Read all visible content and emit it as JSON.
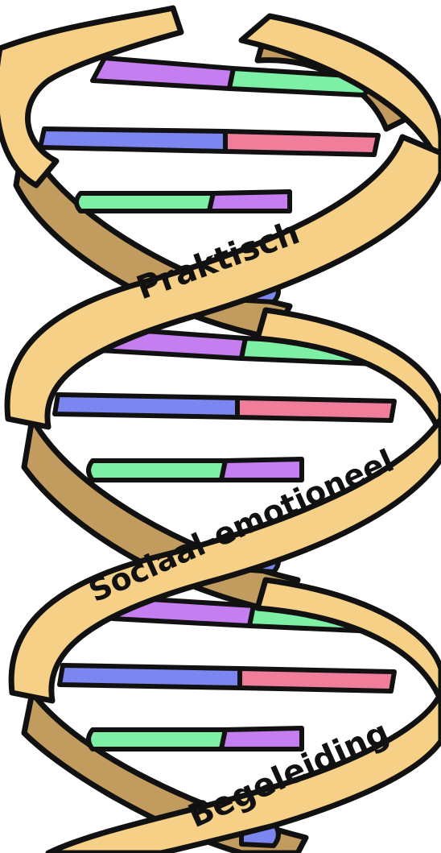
{
  "labels": {
    "praktisch": "Praktisch",
    "sociaal": "Sociaal-emotioneel",
    "begeleiding": "Begeleiding"
  },
  "colors": {
    "ribbon_front": "#f6d086",
    "ribbon_back": "#c19c5e",
    "outline": "#111111",
    "purple": "#c47ef0",
    "green": "#7ef0a6",
    "blue": "#7c86f0",
    "pink": "#f07e9a",
    "corner_rule": "#999999"
  },
  "icons": [
    "dna-double-helix-icon"
  ]
}
